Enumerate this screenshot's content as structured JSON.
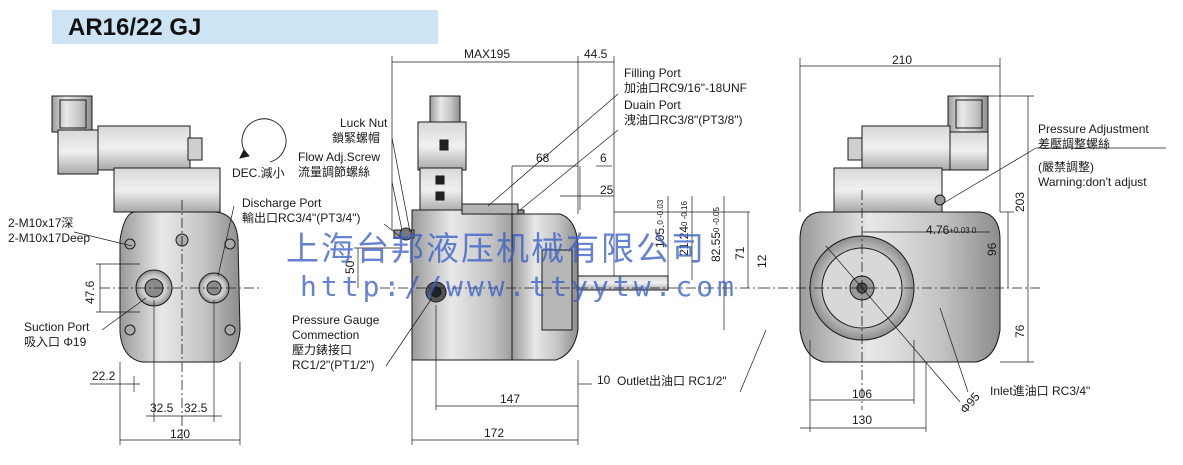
{
  "title": "AR16/22 GJ",
  "labels": {
    "thread1": "2-M10x17深",
    "thread2": "2-M10x17Deep",
    "suction_en": "Suction Port",
    "suction_cn": "吸入口 Φ19",
    "dec": "DEC.減小",
    "discharge_en": "Discharge Port",
    "discharge_cn": "輸出口RC3/4\"(PT3/4\")",
    "lock_en": "Luck Nut",
    "lock_cn": "鎖緊螺帽",
    "flow_en": "Flow Adj.Screw",
    "flow_cn": "流量調節螺絲",
    "filling_en": "Filling Port",
    "filling_cn": "加油口RC9/16\"-18UNF",
    "drain_en": "Duain Port",
    "drain_cn": "洩油口RC3/8\"(PT3/8\")",
    "gauge_en1": "Pressure Gauge",
    "gauge_en2": "Commection",
    "gauge_cn": "壓力錶接口",
    "gauge_thread": "RC1/2\"(PT1/2\")",
    "outlet": "Outlet出油口 RC1/2\"",
    "pressure_en": "Pressure Adjustment",
    "pressure_cn": "差壓調整螺絲",
    "warning_cn": "(嚴禁調整)",
    "warning_en": "Warning:don't adjust",
    "inlet": "Inlet進油口 RC3/4\""
  },
  "dimensions": {
    "max195": "MAX195",
    "d44_5": "44.5",
    "d68": "68",
    "d6": "6",
    "d25": "25",
    "d147": "147",
    "d172": "172",
    "d10": "10",
    "d22_2": "22.2",
    "d32_5a": "32.5",
    "d32_5b": "32.5",
    "d120": "120",
    "d47_6": "47.6",
    "d50": "50",
    "d105": "105.",
    "d105_tol": "0 -0.03",
    "d21_24": "21.24",
    "d21_24_tol": "0 -0.16",
    "d82_55": "82.55",
    "d82_55_tol": "0 -0.05",
    "d71": "71",
    "d12": "12",
    "d210": "210",
    "d203": "203",
    "d96": "96",
    "d76": "76",
    "d4_76": "4.76",
    "d4_76_tol": "+0.03 0",
    "d106": "106",
    "d130": "130",
    "d95": "Φ95"
  },
  "watermark": {
    "company": "上海台邦液压机械有限公司",
    "url": "http://www.ttyytw.com"
  },
  "colors": {
    "title_bg": "#cde4f4",
    "watermark": "#3a5fc8",
    "line": "#1a1a1a",
    "body_gray": "#bdbdbd",
    "body_light": "#e2e2e2"
  }
}
